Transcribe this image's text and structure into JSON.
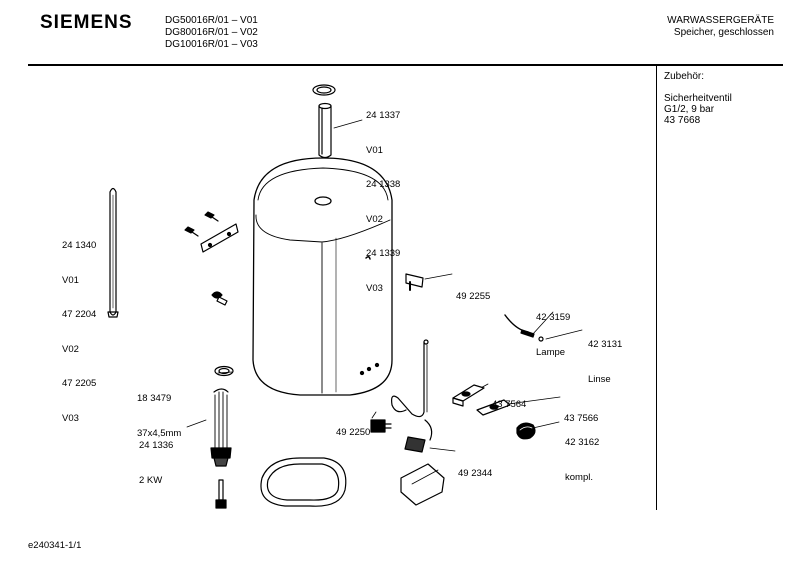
{
  "header": {
    "brand": "SIEMENS",
    "models": [
      "DG50016R/01 – V01",
      "DG80016R/01 – V02",
      "DG10016R/01 – V03"
    ],
    "title": "WARWASSERGERÄTE",
    "subtitle": "Speicher, geschlossen"
  },
  "accessories": {
    "heading": "Zubehör:",
    "lines": [
      "Sicherheitventil",
      "G1/2, 9 bar",
      "43 7668"
    ]
  },
  "callouts": {
    "pipe": [
      "24 1337",
      "V01",
      "24 1338",
      "V02",
      "24 1339",
      "V03"
    ],
    "rod": [
      "24 1340",
      "V01",
      "47 2204",
      "V02",
      "47 2205",
      "V03"
    ],
    "bracket": [
      "49 2255"
    ],
    "lamp": [
      "42 3159",
      "Lampe"
    ],
    "lens": [
      "42 3131",
      "Linse"
    ],
    "gasket": [
      "18 3479",
      "37x4,5mm"
    ],
    "heater": [
      "24 1336",
      "2 KW"
    ],
    "plate1": [
      "43 7564"
    ],
    "plate2": [
      "43 7566"
    ],
    "knob": [
      "42 3162",
      "kompl."
    ],
    "switch": [
      "49 2250"
    ],
    "thermostat": [
      "49 2344"
    ]
  },
  "footer": {
    "code": "e240341-1/1"
  }
}
